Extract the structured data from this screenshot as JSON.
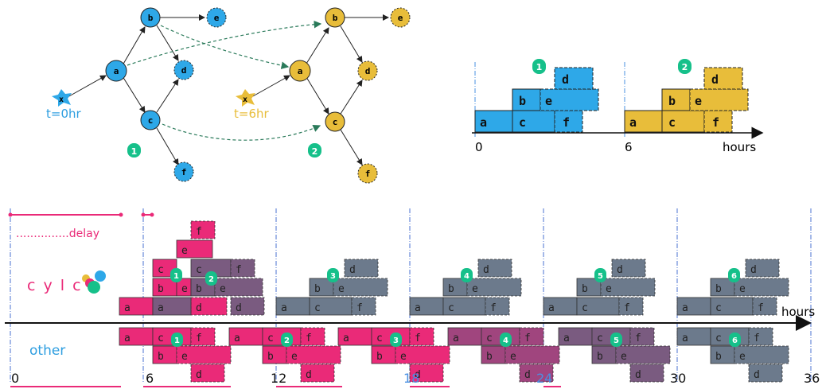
{
  "colors": {
    "blue": "#2ea8e8",
    "gold": "#e8bd3a",
    "green": "#16c08a",
    "pink": "#ea2a78",
    "magenta": "#a0457e",
    "purple": "#7a5b80",
    "slate": "#6c7a8c",
    "tick_blue": "#4a90e2",
    "text_blue": "#2e9ee0"
  },
  "graph1": {
    "nodes": {
      "x": "x",
      "a": "a",
      "b": "b",
      "c": "c",
      "d": "d",
      "e": "e",
      "f": "f"
    },
    "time_label": "t=0hr",
    "cycle_badge": "1"
  },
  "graph2": {
    "nodes": {
      "x": "x",
      "a": "a",
      "b": "b",
      "c": "c",
      "d": "d",
      "e": "e",
      "f": "f"
    },
    "time_label": "t=6hr",
    "cycle_badge": "2"
  },
  "small_timeline": {
    "ticks": [
      "0",
      "6"
    ],
    "axis_label": "hours",
    "badges": [
      "1",
      "2"
    ],
    "blocks": [
      "a",
      "c",
      "f",
      "b",
      "e",
      "d"
    ]
  },
  "main_timeline": {
    "axis_label": "hours",
    "ticks": [
      "0",
      "6",
      "12",
      "18",
      "24",
      "30",
      "36"
    ],
    "delay_label": "...............delay",
    "cylc_logo_text": "c y l c",
    "other_label": "other",
    "badges": [
      "1",
      "2",
      "3",
      "4",
      "5",
      "6"
    ],
    "task_names": [
      "a",
      "b",
      "c",
      "d",
      "e",
      "f"
    ]
  }
}
